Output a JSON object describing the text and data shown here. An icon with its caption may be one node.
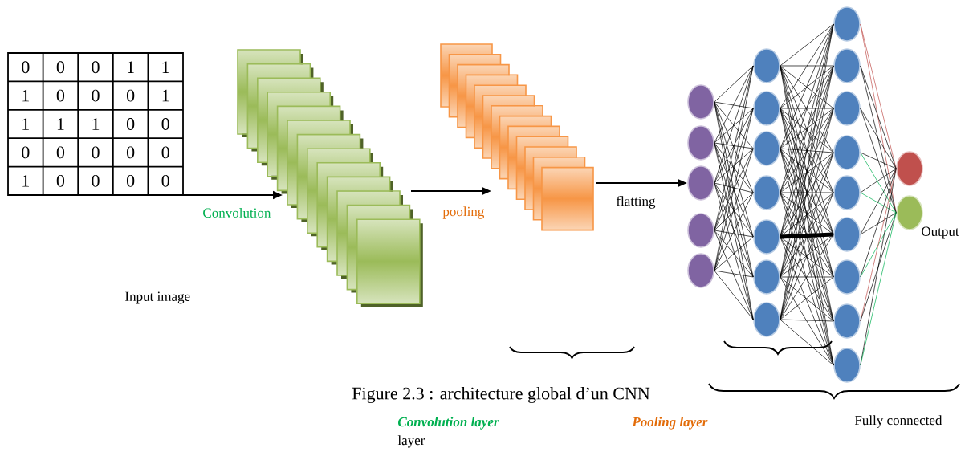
{
  "diagram": {
    "caption": "Figure 2.3 : architecture global d’un CNN",
    "nodes": [
      {
        "text": [
          "0",
          "0",
          "0",
          "1",
          "1",
          "1",
          "0",
          "0",
          "0",
          "1",
          "1",
          "1",
          "1",
          "0",
          "0",
          "0",
          "0",
          "0",
          "0",
          "0",
          "1",
          "0",
          "0",
          "0",
          "0"
        ]
      },
      {
        "text": [],
        "shape": "box"
      },
      {
        "text": [],
        "shape": "box"
      },
      {
        "text": [],
        "shape": "circle"
      },
      {
        "text": [],
        "shape": "circle"
      },
      {
        "text": [],
        "shape": "circle"
      },
      {
        "text": [],
        "shape": "circle"
      },
      {
        "text": [],
        "shape": "circle"
      },
      {
        "text": [],
        "shape": "circle"
      },
      {
        "text": [],
        "shape": "circle"
      },
      {
        "text": [],
        "shape": "circle"
      },
      {
        "text": [],
        "shape": "circle"
      },
      {
        "text": [],
        "shape": "circle"
      },
      {
        "text": [],
        "shape": "circle"
      },
      {
        "text": [],
        "shape": "circle"
      },
      {
        "text": [],
        "shape": "circle"
      },
      {
        "text": [],
        "shape": "circle"
      },
      {
        "text": [],
        "shape": "circle"
      },
      {
        "text": [],
        "shape": "circle"
      },
      {
        "text": [],
        "shape": "circle"
      },
      {
        "text": [],
        "shape": "circle"
      },
      {
        "text": [],
        "shape": "circle"
      },
      {
        "text": [],
        "shape": "circle"
      },
      {
        "text": [],
        "shape": "circle"
      },
      {
        "text": [],
        "shape": "circle"
      },
      {
        "text": [],
        "shape": "circle"
      }
    ],
    "edges": [
      {
        "from": 0,
        "to": 1,
        "arrow": "to",
        "label": "Convolution"
      },
      {
        "from": 1,
        "to": 2,
        "arrow": "to",
        "label": "pooling"
      },
      {
        "from": 2,
        "to": 5,
        "arrow": "to",
        "label": "flatting"
      },
      {
        "from": 3,
        "to": 8,
        "arrow": "none"
      },
      {
        "from": 3,
        "to": 9,
        "arrow": "none"
      },
      {
        "from": 3,
        "to": 10,
        "arrow": "none"
      },
      {
        "from": 3,
        "to": 11,
        "arrow": "none"
      },
      {
        "from": 3,
        "to": 12,
        "arrow": "none"
      },
      {
        "from": 3,
        "to": 13,
        "arrow": "none"
      },
      {
        "from": 3,
        "to": 14,
        "arrow": "none"
      },
      {
        "from": 4,
        "to": 8,
        "arrow": "none"
      },
      {
        "from": 4,
        "to": 9,
        "arrow": "none"
      },
      {
        "from": 4,
        "to": 10,
        "arrow": "none"
      },
      {
        "from": 4,
        "to": 11,
        "arrow": "none"
      },
      {
        "from": 4,
        "to": 12,
        "arrow": "none"
      },
      {
        "from": 4,
        "to": 13,
        "arrow": "none"
      },
      {
        "from": 4,
        "to": 14,
        "arrow": "none"
      },
      {
        "from": 5,
        "to": 8,
        "arrow": "none"
      },
      {
        "from": 5,
        "to": 9,
        "arrow": "none"
      },
      {
        "from": 5,
        "to": 10,
        "arrow": "none"
      },
      {
        "from": 5,
        "to": 11,
        "arrow": "none"
      },
      {
        "from": 5,
        "to": 12,
        "arrow": "none"
      },
      {
        "from": 5,
        "to": 13,
        "arrow": "none"
      },
      {
        "from": 5,
        "to": 14,
        "arrow": "none"
      },
      {
        "from": 6,
        "to": 8,
        "arrow": "none"
      },
      {
        "from": 6,
        "to": 9,
        "arrow": "none"
      },
      {
        "from": 6,
        "to": 10,
        "arrow": "none"
      },
      {
        "from": 6,
        "to": 11,
        "arrow": "none"
      },
      {
        "from": 6,
        "to": 12,
        "arrow": "none"
      },
      {
        "from": 6,
        "to": 13,
        "arrow": "none"
      },
      {
        "from": 6,
        "to": 14,
        "arrow": "none"
      },
      {
        "from": 7,
        "to": 8,
        "arrow": "none"
      },
      {
        "from": 7,
        "to": 9,
        "arrow": "none"
      },
      {
        "from": 7,
        "to": 10,
        "arrow": "none"
      },
      {
        "from": 7,
        "to": 11,
        "arrow": "none"
      },
      {
        "from": 7,
        "to": 12,
        "arrow": "none"
      },
      {
        "from": 7,
        "to": 13,
        "arrow": "none"
      },
      {
        "from": 7,
        "to": 14,
        "arrow": "none"
      },
      {
        "from": 8,
        "to": 15,
        "arrow": "none"
      },
      {
        "from": 8,
        "to": 16,
        "arrow": "none"
      },
      {
        "from": 8,
        "to": 17,
        "arrow": "none"
      },
      {
        "from": 8,
        "to": 18,
        "arrow": "none"
      },
      {
        "from": 8,
        "to": 19,
        "arrow": "none"
      },
      {
        "from": 8,
        "to": 20,
        "arrow": "none"
      },
      {
        "from": 8,
        "to": 21,
        "arrow": "none"
      },
      {
        "from": 8,
        "to": 22,
        "arrow": "none"
      },
      {
        "from": 8,
        "to": 23,
        "arrow": "none"
      },
      {
        "from": 9,
        "to": 15,
        "arrow": "none"
      },
      {
        "from": 9,
        "to": 16,
        "arrow": "none"
      },
      {
        "from": 9,
        "to": 17,
        "arrow": "none"
      },
      {
        "from": 9,
        "to": 18,
        "arrow": "none"
      },
      {
        "from": 9,
        "to": 19,
        "arrow": "none"
      },
      {
        "from": 9,
        "to": 20,
        "arrow": "none"
      },
      {
        "from": 9,
        "to": 21,
        "arrow": "none"
      },
      {
        "from": 9,
        "to": 22,
        "arrow": "none"
      },
      {
        "from": 9,
        "to": 23,
        "arrow": "none"
      },
      {
        "from": 10,
        "to": 15,
        "arrow": "none"
      },
      {
        "from": 10,
        "to": 16,
        "arrow": "none"
      },
      {
        "from": 10,
        "to": 17,
        "arrow": "none"
      },
      {
        "from": 10,
        "to": 18,
        "arrow": "none"
      },
      {
        "from": 10,
        "to": 19,
        "arrow": "none"
      },
      {
        "from": 10,
        "to": 20,
        "arrow": "none"
      },
      {
        "from": 10,
        "to": 21,
        "arrow": "none"
      },
      {
        "from": 10,
        "to": 22,
        "arrow": "none"
      },
      {
        "from": 10,
        "to": 23,
        "arrow": "none"
      },
      {
        "from": 11,
        "to": 15,
        "arrow": "none"
      },
      {
        "from": 11,
        "to": 16,
        "arrow": "none"
      },
      {
        "from": 11,
        "to": 17,
        "arrow": "none"
      },
      {
        "from": 11,
        "to": 18,
        "arrow": "none"
      },
      {
        "from": 11,
        "to": 19,
        "arrow": "none"
      },
      {
        "from": 11,
        "to": 20,
        "arrow": "none"
      },
      {
        "from": 11,
        "to": 21,
        "arrow": "none"
      },
      {
        "from": 11,
        "to": 22,
        "arrow": "none"
      },
      {
        "from": 11,
        "to": 23,
        "arrow": "none"
      },
      {
        "from": 12,
        "to": 15,
        "arrow": "none"
      },
      {
        "from": 12,
        "to": 16,
        "arrow": "none"
      },
      {
        "from": 12,
        "to": 17,
        "arrow": "none"
      },
      {
        "from": 12,
        "to": 18,
        "arrow": "none"
      },
      {
        "from": 12,
        "to": 19,
        "arrow": "none"
      },
      {
        "from": 12,
        "to": 20,
        "arrow": "none",
        "style": "thick"
      },
      {
        "from": 12,
        "to": 21,
        "arrow": "none"
      },
      {
        "from": 12,
        "to": 22,
        "arrow": "none"
      },
      {
        "from": 12,
        "to": 23,
        "arrow": "none"
      },
      {
        "from": 13,
        "to": 15,
        "arrow": "none"
      },
      {
        "from": 13,
        "to": 16,
        "arrow": "none"
      },
      {
        "from": 13,
        "to": 17,
        "arrow": "none"
      },
      {
        "from": 13,
        "to": 18,
        "arrow": "none"
      },
      {
        "from": 13,
        "to": 19,
        "arrow": "none"
      },
      {
        "from": 13,
        "to": 20,
        "arrow": "none"
      },
      {
        "from": 13,
        "to": 21,
        "arrow": "none"
      },
      {
        "from": 13,
        "to": 22,
        "arrow": "none"
      },
      {
        "from": 13,
        "to": 23,
        "arrow": "none"
      },
      {
        "from": 14,
        "to": 15,
        "arrow": "none"
      },
      {
        "from": 14,
        "to": 16,
        "arrow": "none"
      },
      {
        "from": 14,
        "to": 17,
        "arrow": "none"
      },
      {
        "from": 14,
        "to": 18,
        "arrow": "none"
      },
      {
        "from": 14,
        "to": 19,
        "arrow": "none"
      },
      {
        "from": 14,
        "to": 20,
        "arrow": "none"
      },
      {
        "from": 14,
        "to": 21,
        "arrow": "none"
      },
      {
        "from": 14,
        "to": 22,
        "arrow": "none"
      },
      {
        "from": 14,
        "to": 23,
        "arrow": "none"
      },
      {
        "from": 15,
        "to": 24,
        "arrow": "none",
        "color": "#c0504d"
      },
      {
        "from": 15,
        "to": 25,
        "arrow": "none",
        "color": "#c0504d"
      },
      {
        "from": 16,
        "to": 24,
        "arrow": "none"
      },
      {
        "from": 16,
        "to": 25,
        "arrow": "none"
      },
      {
        "from": 17,
        "to": 24,
        "arrow": "none"
      },
      {
        "from": 17,
        "to": 25,
        "arrow": "none"
      },
      {
        "from": 18,
        "to": 24,
        "arrow": "none"
      },
      {
        "from": 18,
        "to": 25,
        "arrow": "none",
        "color": "#00b050"
      },
      {
        "from": 19,
        "to": 24,
        "arrow": "none"
      },
      {
        "from": 19,
        "to": 25,
        "arrow": "none",
        "color": "#00b050"
      },
      {
        "from": 20,
        "to": 24,
        "arrow": "none"
      },
      {
        "from": 20,
        "to": 25,
        "arrow": "none"
      },
      {
        "from": 21,
        "to": 24,
        "arrow": "none"
      },
      {
        "from": 21,
        "to": 25,
        "arrow": "none",
        "color": "#00b050"
      },
      {
        "from": 22,
        "to": 24,
        "arrow": "none",
        "color": "#c0504d"
      },
      {
        "from": 22,
        "to": 25,
        "arrow": "none"
      },
      {
        "from": 23,
        "to": 24,
        "arrow": "none"
      },
      {
        "from": 23,
        "to": 25,
        "arrow": "none",
        "color": "#00b050"
      }
    ],
    "labels": [
      "Input image",
      "Convolution layer",
      "layer",
      "Pooling layer",
      "Fully connected",
      "Output"
    ]
  }
}
